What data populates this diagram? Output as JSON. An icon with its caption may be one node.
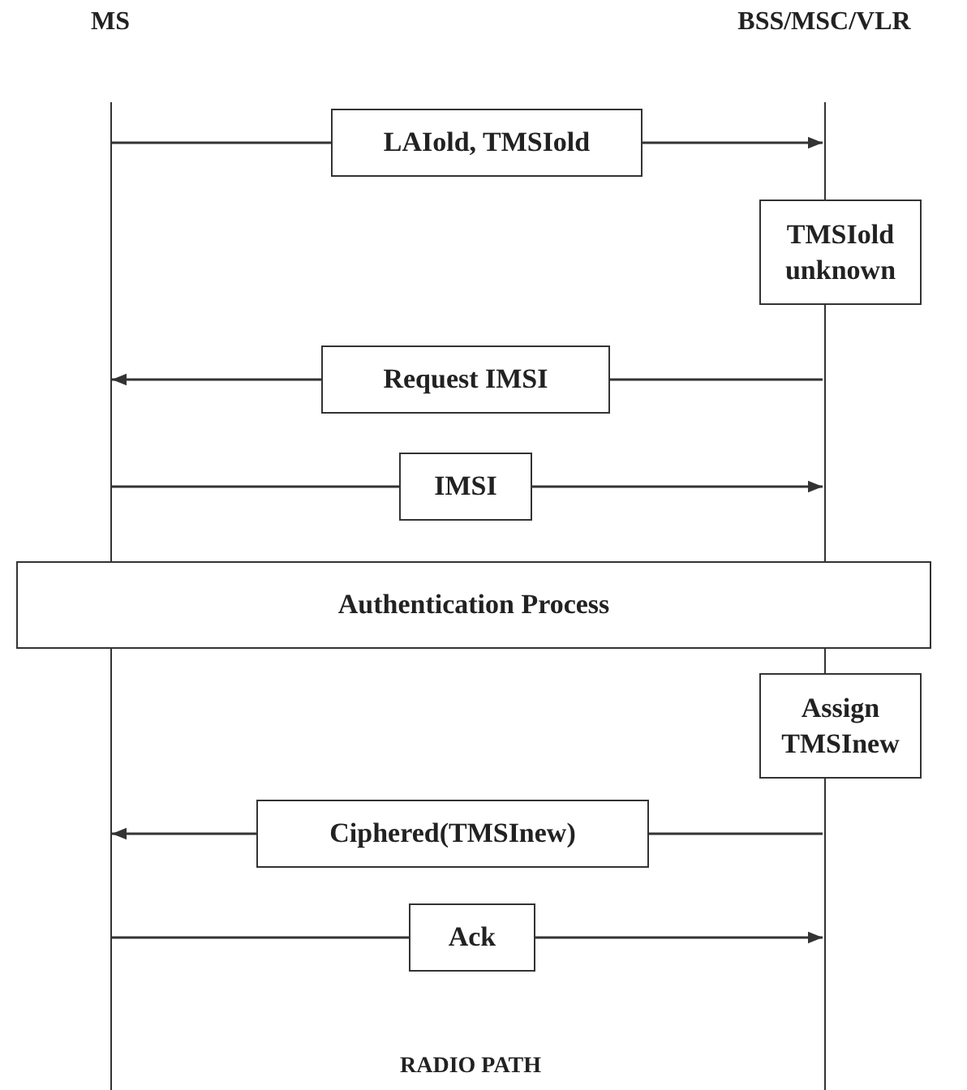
{
  "diagram": {
    "nodes": [
      {
        "text": [
          "MS"
        ]
      },
      {
        "text": [
          "BSS/MSC/VLR"
        ]
      },
      {
        "text": [
          "TMSIold unknown"
        ]
      },
      {
        "text": [
          "Authentication Process"
        ]
      },
      {
        "text": [
          "Assign TMSInew"
        ]
      }
    ],
    "edges": [
      {
        "from": 0,
        "to": 1,
        "arrow": "to",
        "label": "LAIold, TMSIold"
      },
      {
        "from": 1,
        "to": 0,
        "arrow": "to",
        "label": "Request IMSI"
      },
      {
        "from": 0,
        "to": 1,
        "arrow": "to",
        "label": "IMSI"
      },
      {
        "from": 1,
        "to": 0,
        "arrow": "to",
        "label": "Ciphered(TMSInew)"
      },
      {
        "from": 0,
        "to": 1,
        "arrow": "to",
        "label": "Ack"
      }
    ],
    "labels": [
      "RADIO PATH"
    ]
  }
}
